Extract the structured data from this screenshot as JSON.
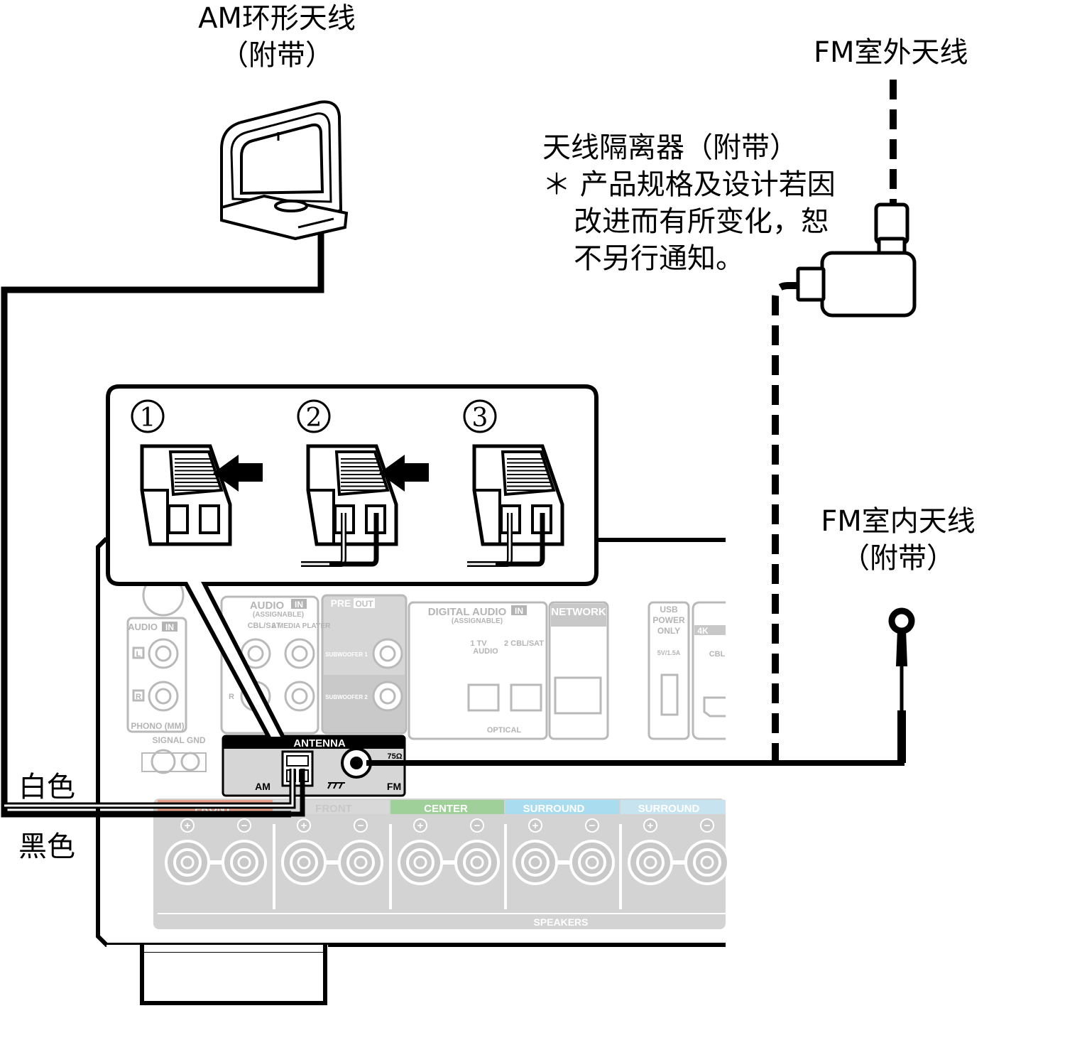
{
  "am_antenna": {
    "name": "AM环形天线",
    "note": "（附带）"
  },
  "fm_outdoor": {
    "name": "FM室外天线"
  },
  "isolator": {
    "title": "天线隔离器（附带）",
    "note_line1": "＊ 产品规格及设计若因",
    "note_line2": "改进而有所变化，恕",
    "note_line3": "不另行通知。"
  },
  "fm_indoor": {
    "name": "FM室内天线",
    "note": "（附带）"
  },
  "wires": {
    "white": "白色",
    "black": "黑色"
  },
  "steps": [
    "①",
    "②",
    "③"
  ],
  "panel": {
    "antenna": "ANTENNA",
    "am": "AM",
    "fm": "FM",
    "ohm": "75Ω",
    "audio_in": "AUDIO",
    "in_badge": "IN",
    "assignable": "(ASSIGNABLE)",
    "cbl_sat": "CBL/SAT",
    "media_player": "2 MEDIA PLAYER",
    "audio_in_left": "AUDIO",
    "l": "L",
    "r": "R",
    "phono": "PHONO (MM)",
    "signal_gnd": "SIGNAL GND",
    "pre": "PRE",
    "out_badge": "OUT",
    "subwoofer1": "SUBWOOFER 1",
    "subwoofer2": "SUBWOOFER 2",
    "digital_audio": "DIGITAL AUDIO",
    "opt1": "1  TV",
    "opt1b": "AUDIO",
    "opt2": "2 CBL/SAT",
    "optical": "OPTICAL",
    "network": "NETWORK",
    "usb1": "USB",
    "usb2": "POWER",
    "usb3": "ONLY",
    "usb4": "5V/1.5A",
    "k4": "4K",
    "cbl": "CBL",
    "front_r": "FRONT",
    "front_l": "FRONT",
    "center": "CENTER",
    "surround_r": "SURROUND",
    "surround_l": "SURROUND",
    "speakers": "SPEAKERS",
    "plus": "+",
    "minus": "−"
  },
  "colors": {
    "front": "#e8a08a",
    "center": "#9fd09a",
    "surround_r": "#a9dcef",
    "surround_l": "#c6e3ef",
    "panel_gray": "#d2d2d2",
    "panel_line": "#b4b4b4"
  }
}
